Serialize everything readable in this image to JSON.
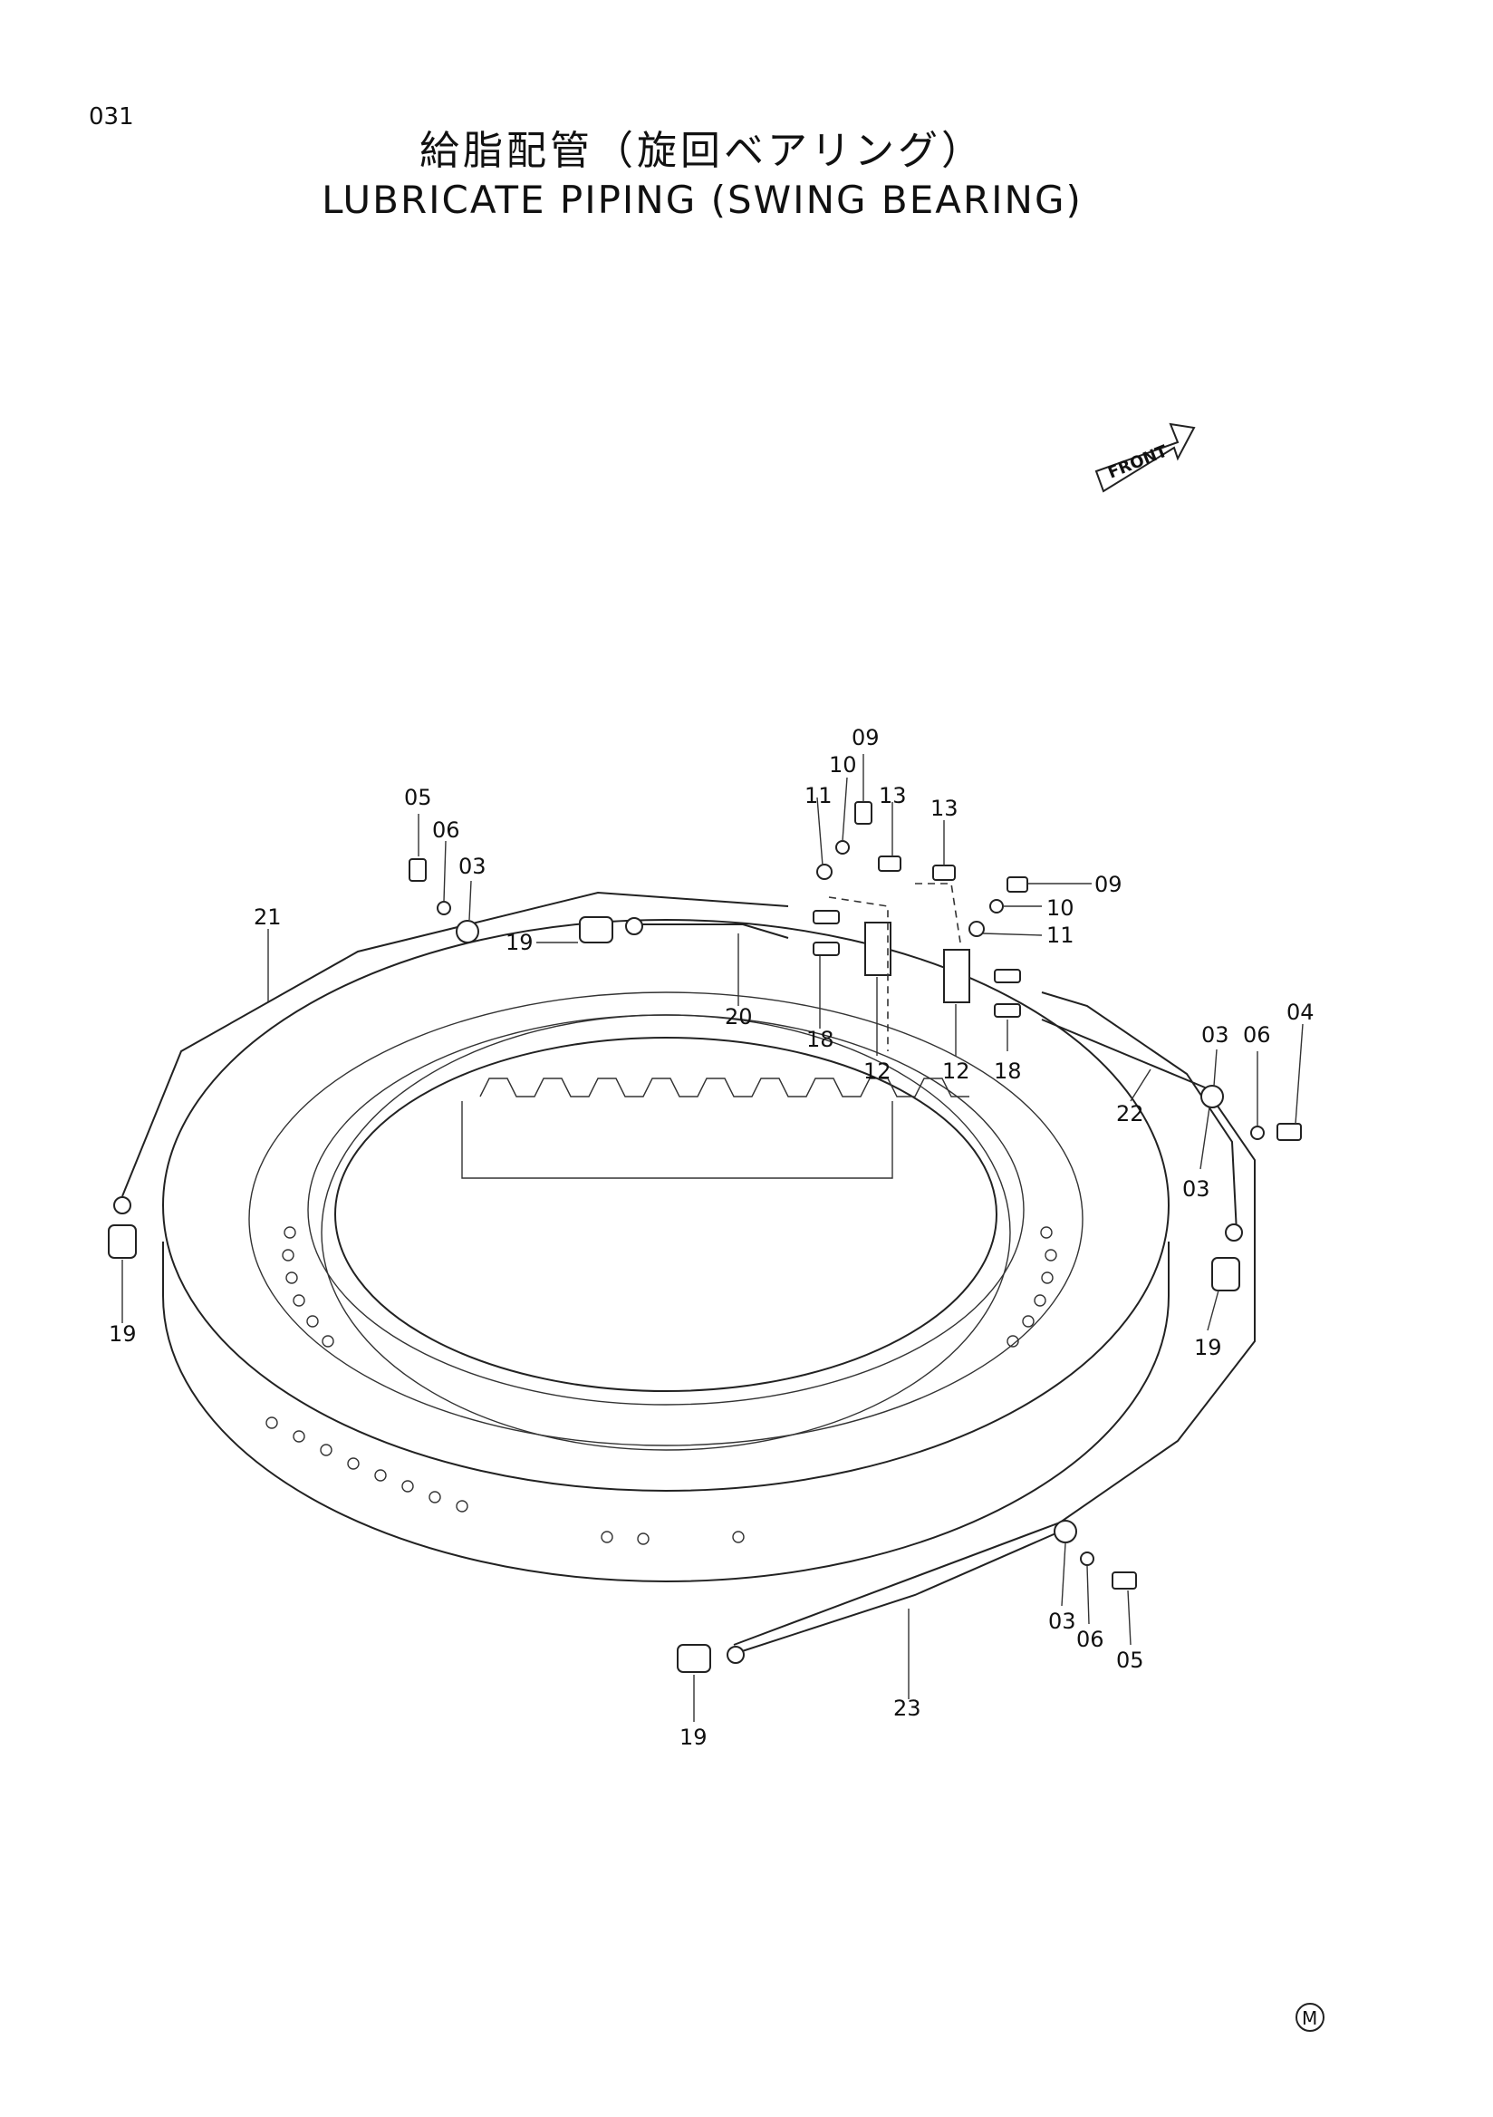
{
  "page_number": "031",
  "title_jp": "給脂配管（旋回ベアリング）",
  "title_en": "LUBRICATE PIPING (SWING BEARING)",
  "front_arrow_label": "FRONT",
  "mark": "M",
  "callouts": {
    "c01": "09",
    "c02": "10",
    "c03": "11",
    "c04": "13",
    "c05": "13",
    "c06": "09",
    "c07": "10",
    "c08": "11",
    "c09": "05",
    "c10": "06",
    "c11": "03",
    "c12": "21",
    "c13": "19",
    "c14": "20",
    "c15": "18",
    "c16": "12",
    "c17": "12",
    "c18": "18",
    "c19": "03",
    "c20": "06",
    "c21": "04",
    "c22": "22",
    "c23": "03",
    "c24": "19",
    "c25": "19",
    "c26": "03",
    "c27": "06",
    "c28": "05",
    "c29": "23",
    "c30": "19"
  }
}
